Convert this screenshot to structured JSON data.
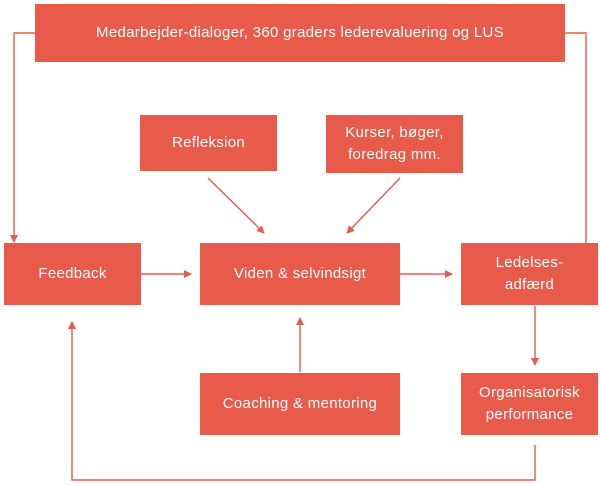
{
  "nodes": {
    "top": "Medarbejder-dialoger, 360 graders lederevaluering og LUS",
    "refleksion": "Refleksion",
    "kurser": "Kurser, bøger,\nforedrag mm.",
    "feedback": "Feedback",
    "viden": "Viden & selvindsigt",
    "ledelse": "Ledelses-\nadfærd",
    "coaching": "Coaching & mentoring",
    "organisatorisk": "Organisatorisk\nperformance"
  },
  "colors": {
    "box": "#e85a4a",
    "text": "#ffffff",
    "line": "#e85a4a"
  }
}
